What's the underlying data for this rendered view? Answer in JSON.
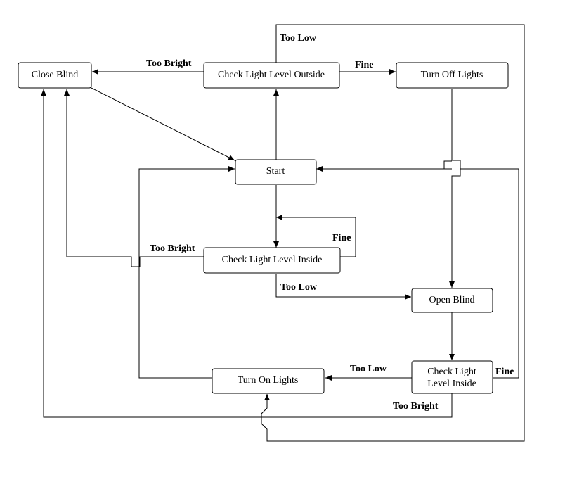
{
  "diagram": {
    "nodes": {
      "close_blind": "Close Blind",
      "check_outside": "Check Light Level Outside",
      "turn_off_lights": "Turn Off Lights",
      "start": "Start",
      "check_inside_top": "Check Light Level Inside",
      "open_blind": "Open Blind",
      "check_inside_bottom_line1": "Check Light",
      "check_inside_bottom_line2": "Level Inside",
      "turn_on_lights": "Turn On Lights"
    },
    "edge_labels": {
      "outside_too_low": "Too Low",
      "outside_too_bright": "Too Bright",
      "outside_fine": "Fine",
      "inside_fine": "Fine",
      "inside_too_bright": "Too Bright",
      "inside_too_low": "Too Low",
      "bottom_too_low": "Too Low",
      "bottom_fine": "Fine",
      "bottom_too_bright": "Too Bright"
    }
  }
}
